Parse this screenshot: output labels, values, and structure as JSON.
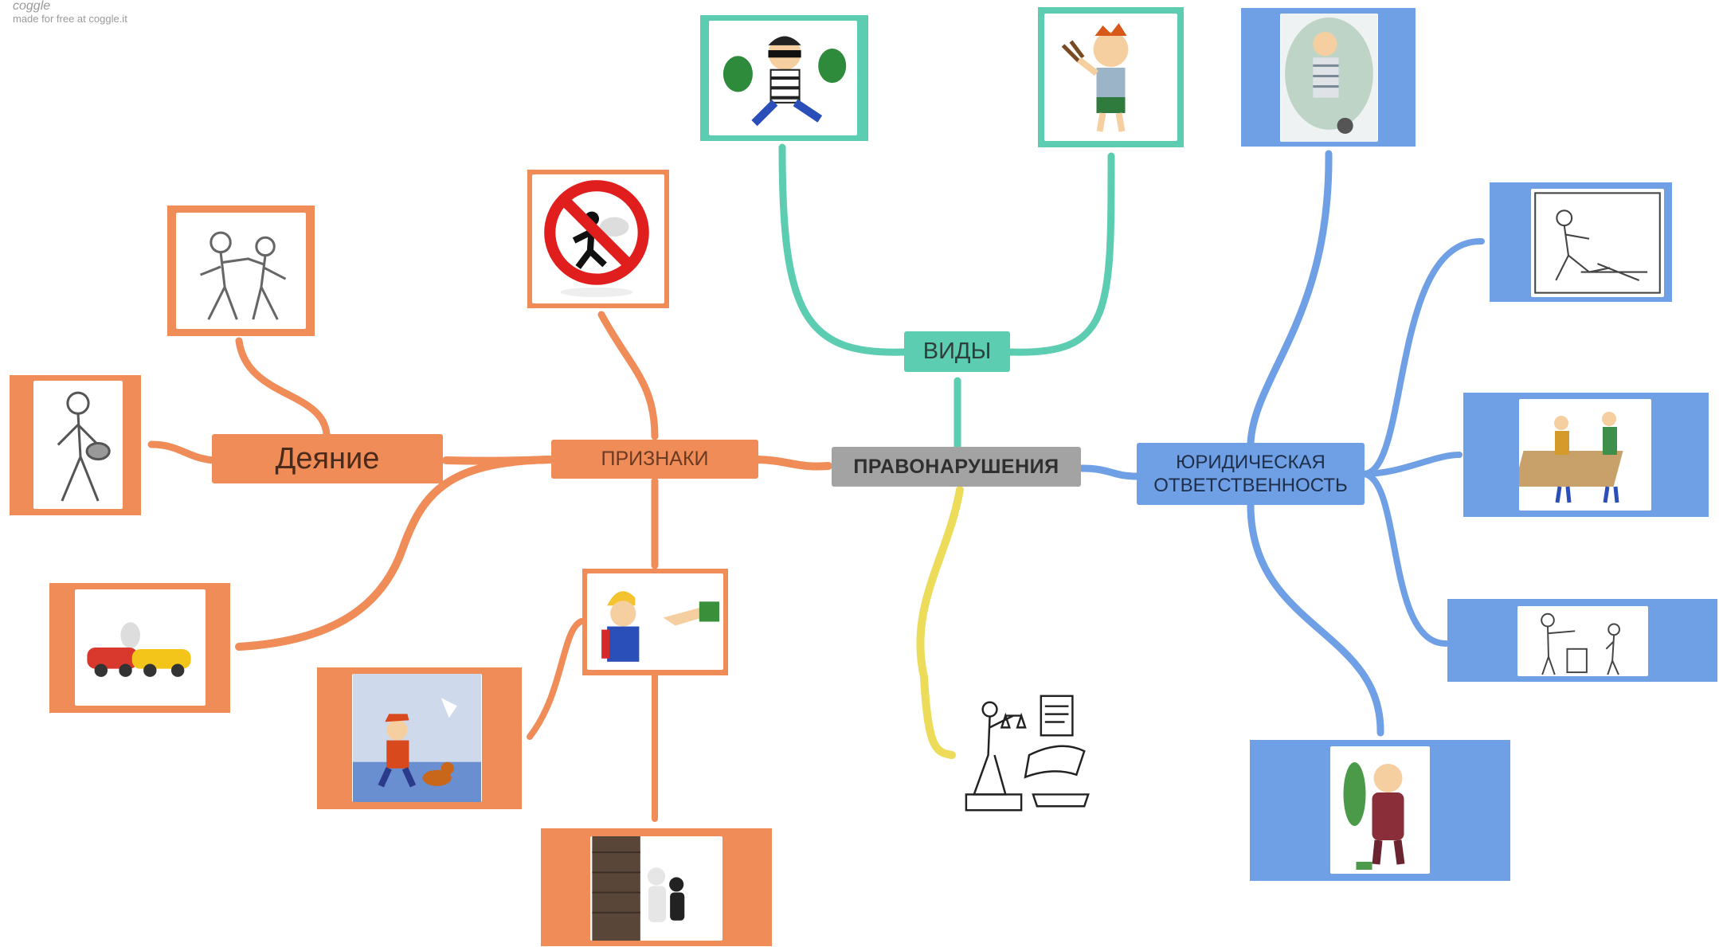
{
  "watermark": {
    "brand": "coggle",
    "tagline": "made for free at coggle.it"
  },
  "center": {
    "label": "ПРАВОНАРУШЕНИЯ"
  },
  "branches": {
    "signs": {
      "label": "ПРИЗНАКИ"
    },
    "act": {
      "label": "Деяние"
    },
    "types": {
      "label": "ВИДЫ"
    },
    "liability": {
      "label": "ЮРИДИЧЕСКАЯ ОТВЕТСТВЕННОСТЬ"
    }
  },
  "colors": {
    "center": "#a3a3a3",
    "orange": "#ef8c58",
    "teal": "#5ccdb0",
    "blue": "#6f9fe4",
    "yellow": "#ecdc5a"
  },
  "icons": {
    "act_top": "two-men-fighting-icon",
    "act_left": "walking-man-icon",
    "act_bottom": "car-crash-icon",
    "signs_top": "prohibition-sign-icon",
    "signs_right": "boy-pointing-finger-icon",
    "signs_left": "boy-and-cat-icon",
    "signs_bottom": "person-behind-wall-icon",
    "types_left": "robber-with-money-bags-icon",
    "types_right": "boy-with-slingshot-icon",
    "liability_top": "prisoner-with-ball-and-chain-icon",
    "liability_right1": "worker-sketch-icon",
    "liability_right2": "people-at-table-icon",
    "liability_right3": "teacher-and-pupil-icon",
    "liability_bottom": "man-with-money-icon",
    "yellow_leaf": "lady-justice-scales-icon"
  }
}
